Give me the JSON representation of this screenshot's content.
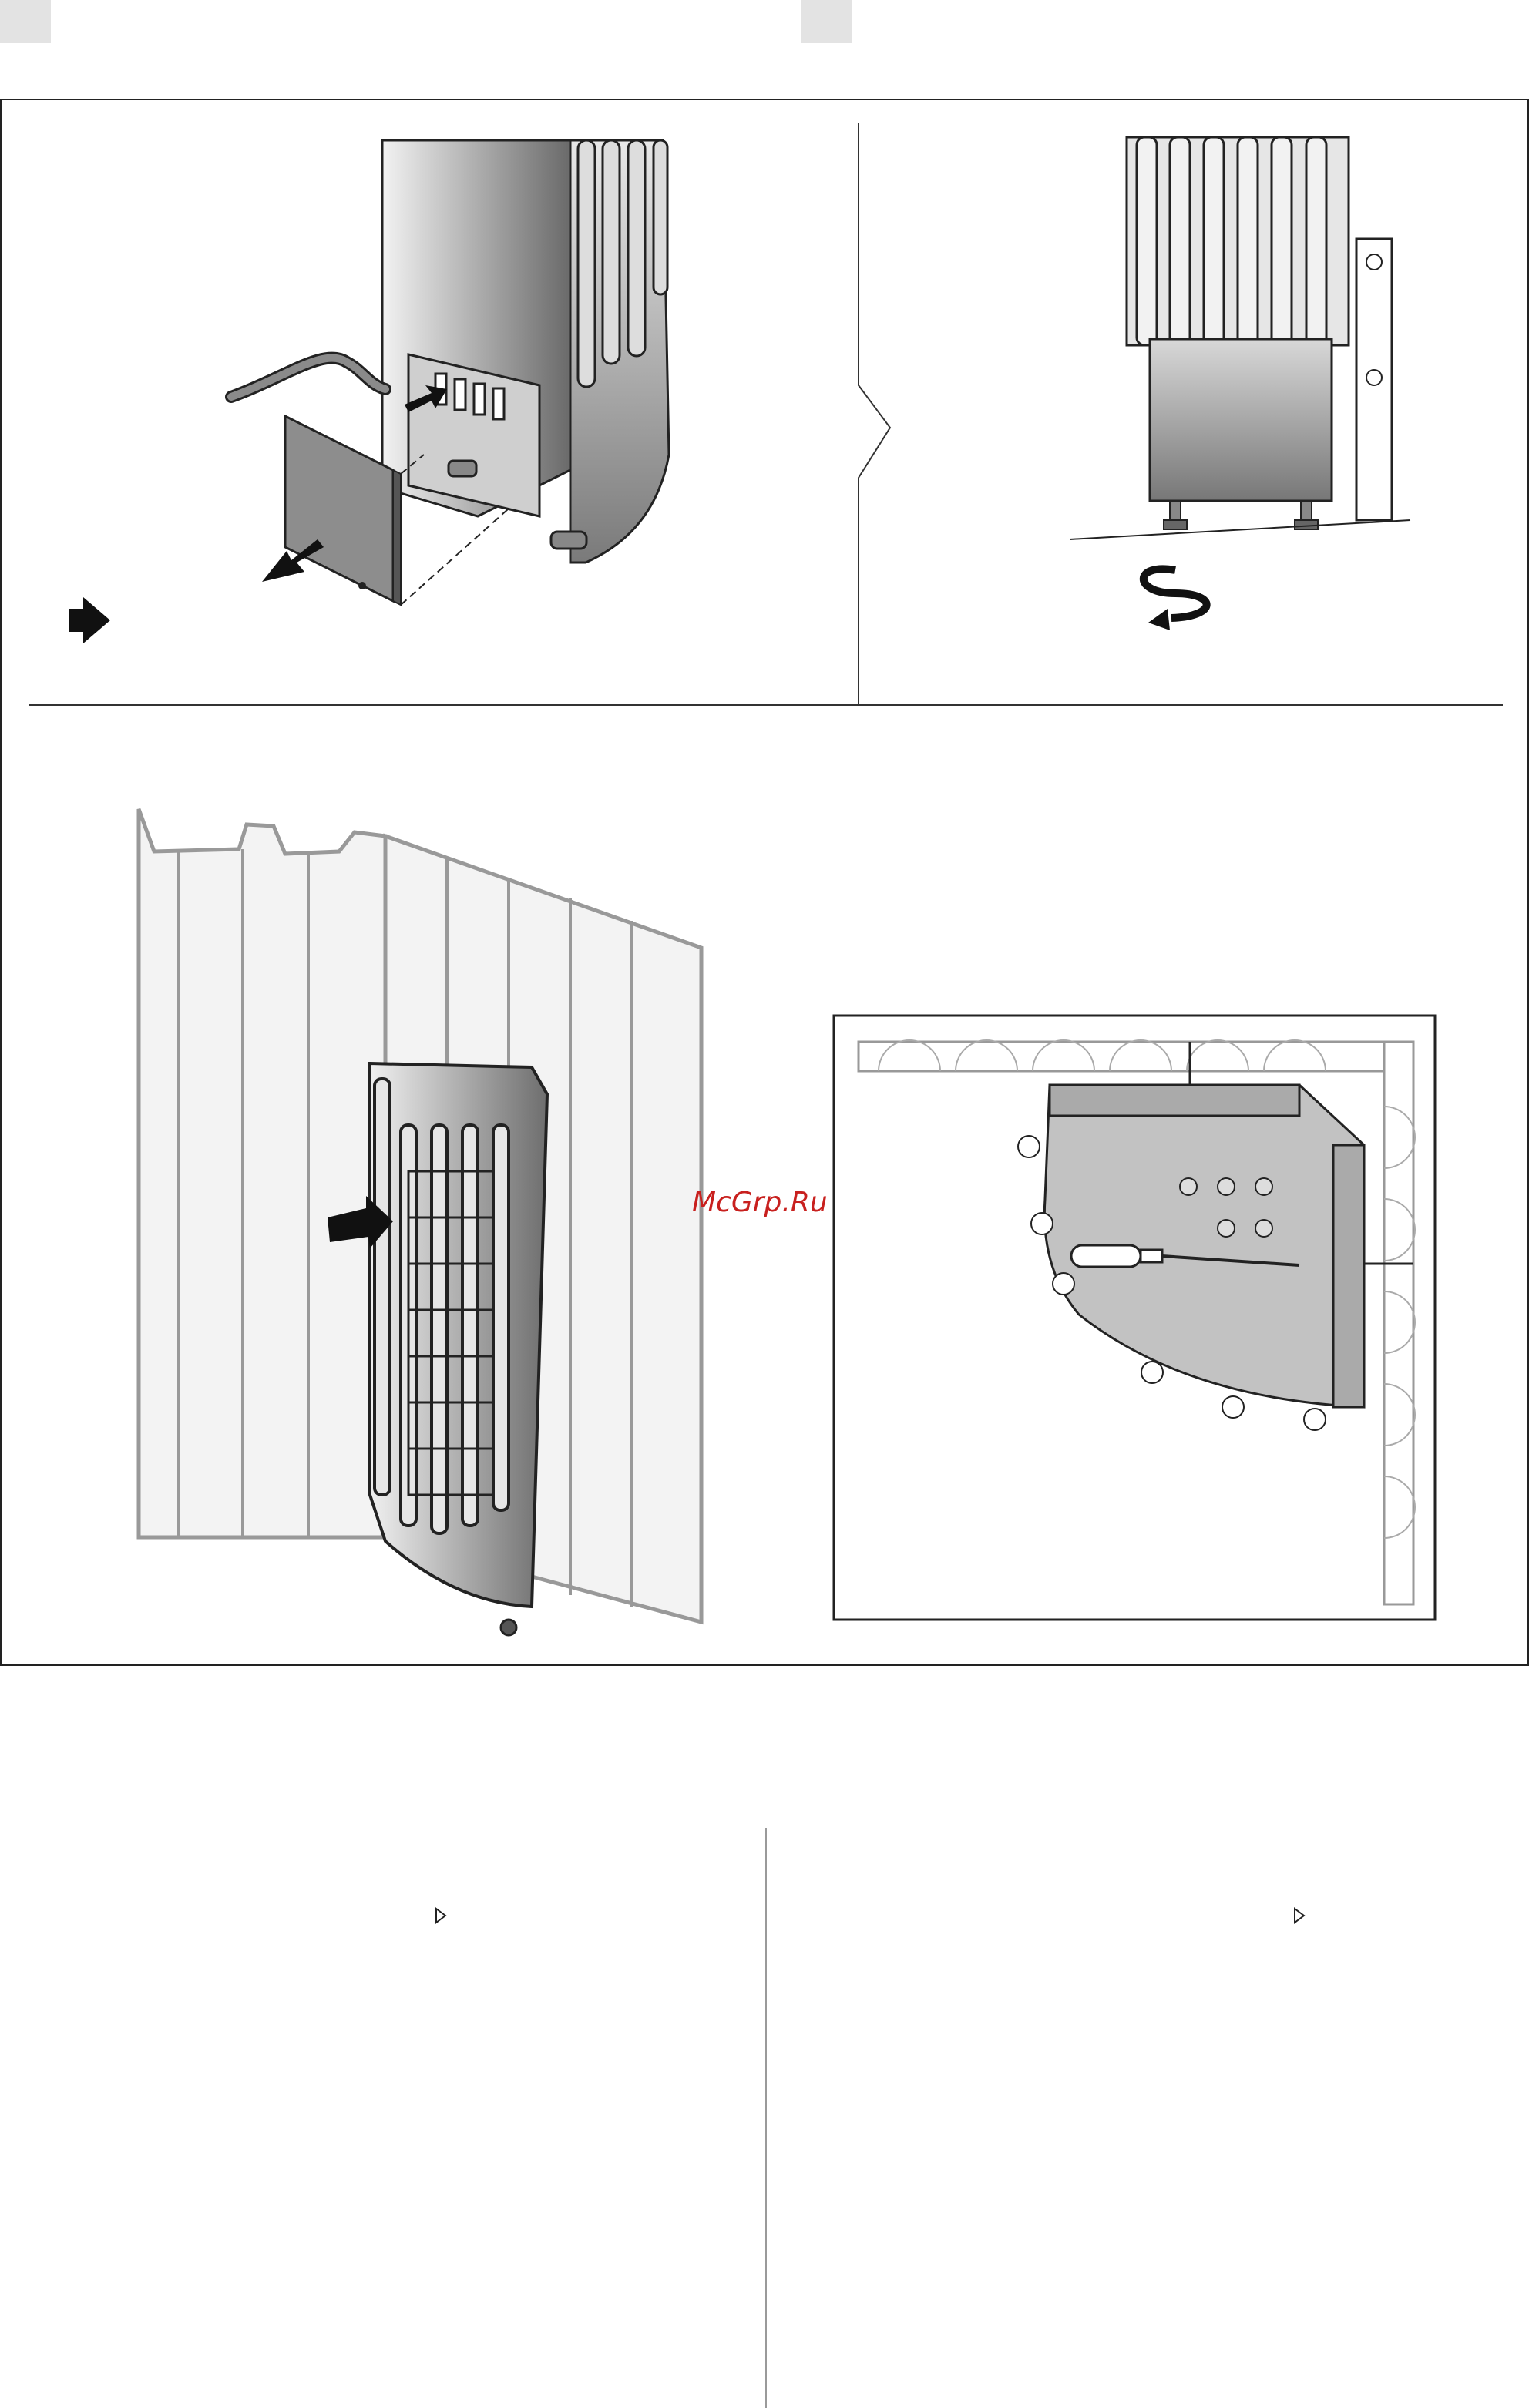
{
  "watermark": {
    "text": "McGrp.Ru",
    "color": "#c8201e"
  },
  "figures": [
    {
      "id": "fig-connect-cable",
      "icons": [
        "heater-unit",
        "cable",
        "cover-plate",
        "screw",
        "remove-arrow",
        "step-arrow-icon"
      ]
    },
    {
      "id": "fig-level-feet",
      "icons": [
        "heater-unit",
        "spirit-level",
        "adjust-rotation-arrow"
      ]
    },
    {
      "id": "fig-corner-install",
      "icons": [
        "wall-panels",
        "heater-unit",
        "push-arrow"
      ]
    },
    {
      "id": "fig-top-view-mount",
      "icons": [
        "wood-wall-top",
        "wood-wall-right",
        "heater-top-view",
        "screwdriver",
        "mount-screws"
      ]
    }
  ],
  "text_columns": {
    "left_marker": "triangle-right-icon",
    "right_marker": "triangle-right-icon"
  },
  "colors": {
    "line": "#222222",
    "fill_gray": "#9a9a9a",
    "panel_light": "#f3f3f3",
    "tab_gray": "#e3e3e3"
  }
}
